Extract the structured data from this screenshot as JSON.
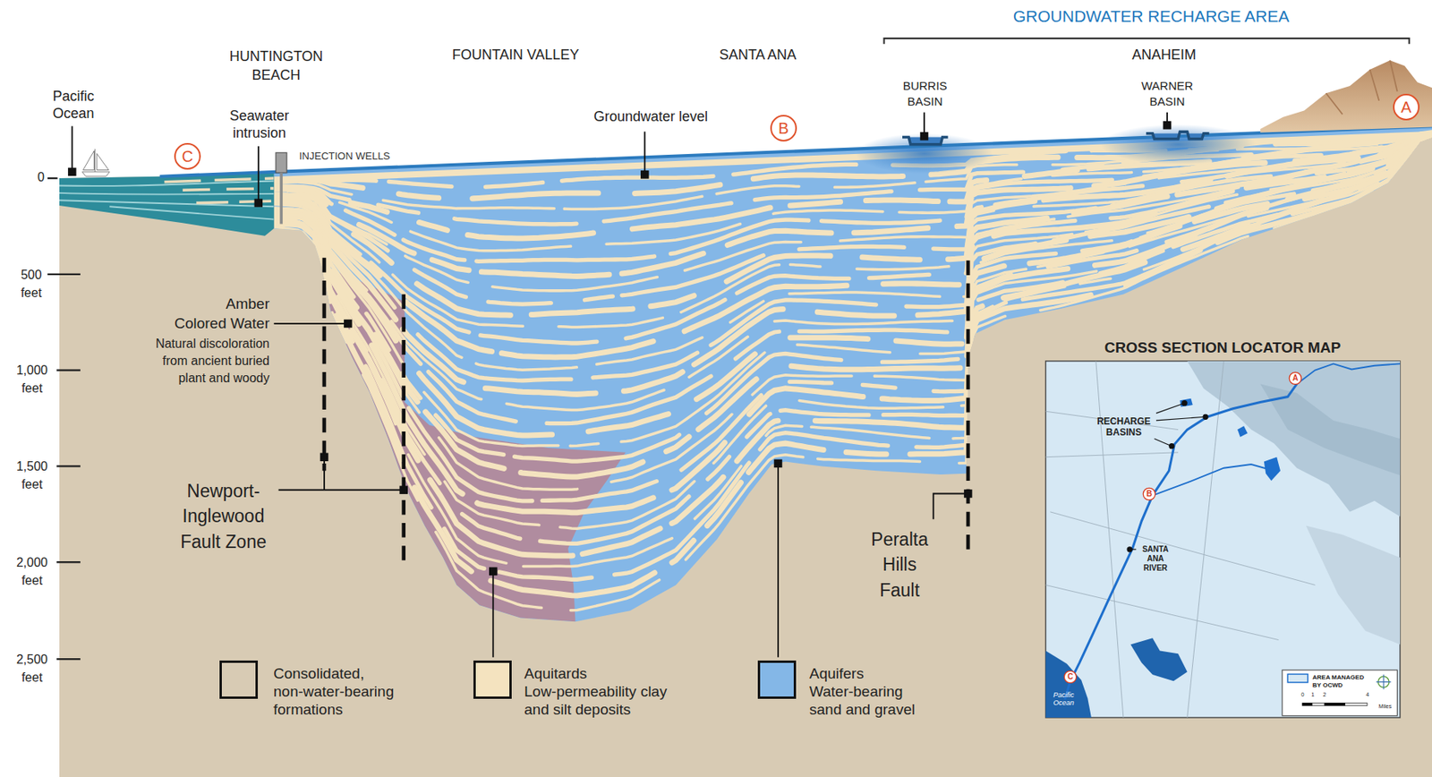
{
  "diagram": {
    "nodes": [
      {
        "text": [
          "C"
        ]
      },
      {
        "text": [
          "B"
        ]
      },
      {
        "text": [
          "A"
        ]
      },
      {
        "text": [
          "CROSS SECTION LOCATOR MAP"
        ]
      },
      {
        "text": [
          "A"
        ],
        "in": 3
      },
      {
        "text": [
          "B"
        ],
        "in": 3
      },
      {
        "text": [
          "C"
        ],
        "in": 3
      }
    ],
    "labels": [
      "GROUNDWATER RECHARGE AREA",
      "Pacific Ocean",
      "HUNTINGTON BEACH",
      "FOUNTAIN VALLEY",
      "SANTA ANA",
      "BURRIS BASIN",
      "ANAHEIM",
      "WARNER BASIN",
      "Seawater intrusion",
      "INJECTION WELLS",
      "Groundwater level",
      "0",
      "500 feet",
      "1,000 feet",
      "1,500 feet",
      "2,000 feet",
      "2,500 feet",
      "Amber Colored Water",
      "Natural discoloration from ancient buried plant and woody",
      "Newport-Inglewood Fault Zone",
      "Peralta Hills Fault",
      "RECHARGE BASINS",
      "SANTA ANA RIVER",
      "Pacific Ocean",
      "AREA MANAGED BY OCWD",
      "0",
      "1",
      "2",
      "4",
      "Miles",
      "Low-permeability clay and silt deposits",
      "Water-bearing sand and gravel"
    ],
    "legend": [
      {
        "text": "Consolidated, non-water-bearing formations",
        "color": "#d8cbb4"
      },
      {
        "text": "Aquitards",
        "color": "#f4e3bf"
      },
      {
        "text": "Aquifers",
        "color": "#84b7e7"
      }
    ]
  }
}
